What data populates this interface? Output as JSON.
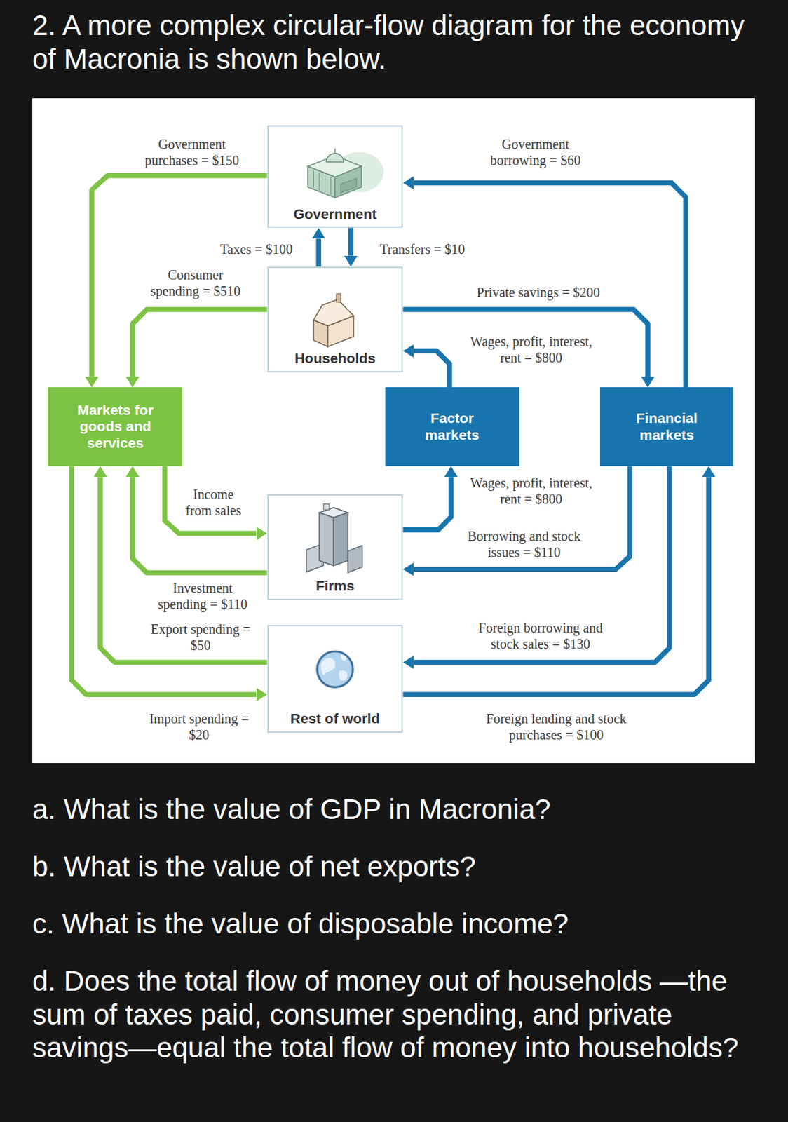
{
  "diagram": {
    "title": "2. A more complex circular-flow diagram for the economy of Macronia is shown below.",
    "nodes": [
      {
        "text": [
          "Government"
        ]
      },
      {
        "text": [
          "Households"
        ]
      },
      {
        "text": [
          "Markets for goods and services"
        ]
      },
      {
        "text": [
          "Factor markets"
        ]
      },
      {
        "text": [
          "Financial markets"
        ]
      },
      {
        "text": [
          "Firms"
        ]
      },
      {
        "text": [
          "Rest of world"
        ]
      }
    ],
    "edges": [
      {
        "from": 0,
        "to": 2,
        "arrow": "to",
        "label": "Government purchases = $150"
      },
      {
        "from": 4,
        "to": 0,
        "arrow": "to",
        "label": "Government borrowing = $60"
      },
      {
        "from": 1,
        "to": 0,
        "arrow": "to",
        "label": "Taxes = $100"
      },
      {
        "from": 0,
        "to": 1,
        "arrow": "to",
        "label": "Transfers = $10"
      },
      {
        "from": 1,
        "to": 2,
        "arrow": "to",
        "label": "Consumer spending = $510"
      },
      {
        "from": 1,
        "to": 4,
        "arrow": "to",
        "label": "Private savings = $200"
      },
      {
        "from": 3,
        "to": 1,
        "arrow": "to",
        "label": "Wages, profit, interest, rent = $800"
      },
      {
        "from": 2,
        "to": 5,
        "arrow": "to",
        "label": "Income from sales"
      },
      {
        "from": 5,
        "to": 3,
        "arrow": "to",
        "label": "Wages, profit, interest, rent = $800"
      },
      {
        "from": 4,
        "to": 5,
        "arrow": "to",
        "label": "Borrowing and stock issues = $110"
      },
      {
        "from": 5,
        "to": 2,
        "arrow": "to",
        "label": "Investment spending = $110"
      },
      {
        "from": 6,
        "to": 2,
        "arrow": "to",
        "label": "Export spending = $50"
      },
      {
        "from": 2,
        "to": 6,
        "arrow": "to",
        "label": "Import spending = $20"
      },
      {
        "from": 4,
        "to": 6,
        "arrow": "to",
        "label": "Foreign borrowing and stock sales = $130"
      },
      {
        "from": 6,
        "to": 4,
        "arrow": "to",
        "label": "Foreign lending and stock purchases = $100"
      }
    ],
    "labels": [
      "a. What is the value of GDP in Macronia?",
      "b. What is the value of net exports?",
      "c. What is the value of disposable income?",
      "d. Does the total flow of money out of households —the sum of taxes paid, consumer spending, and private savings—equal the total flow of money into households?"
    ]
  }
}
